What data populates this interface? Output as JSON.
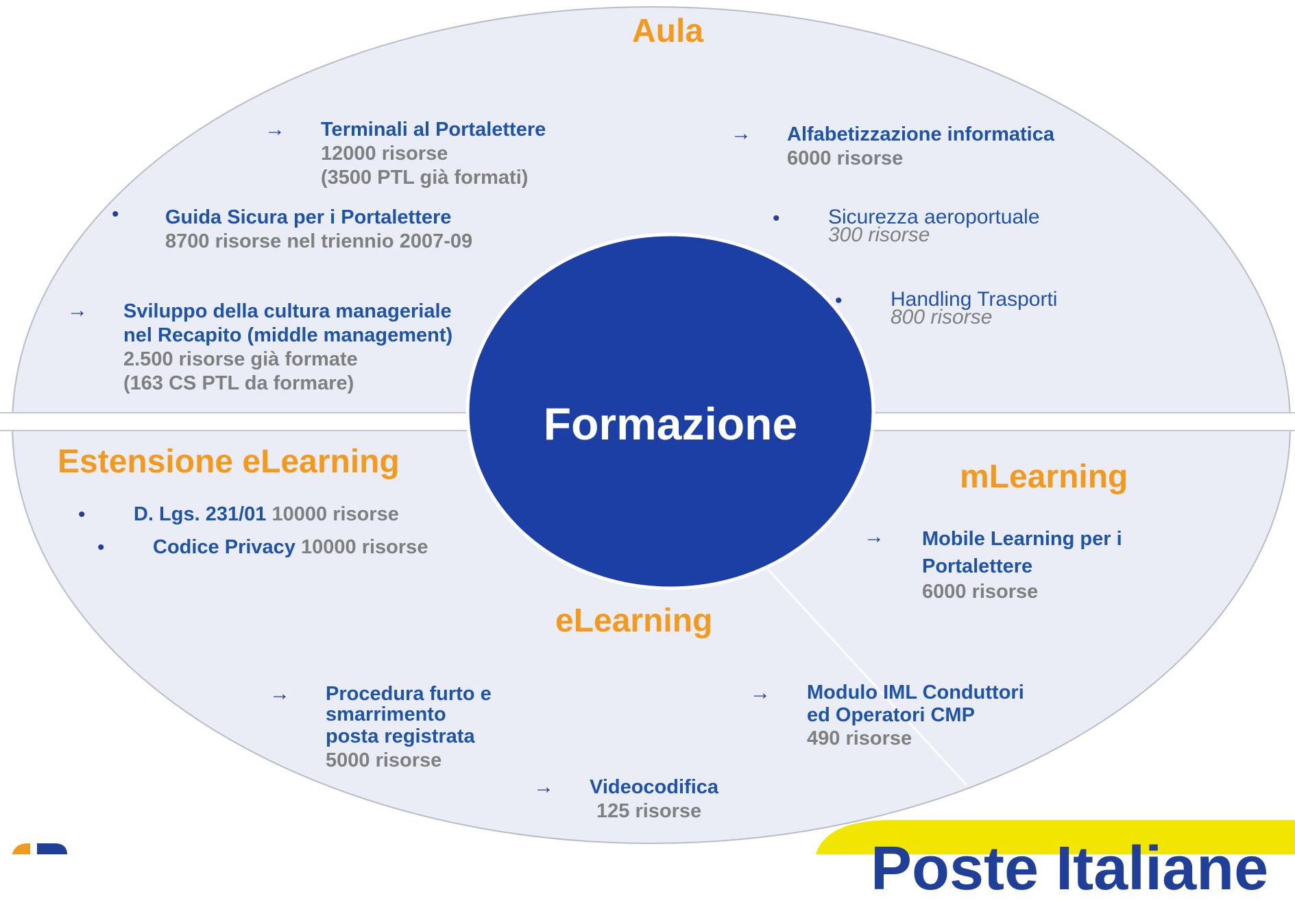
{
  "center": {
    "label": "Formazione"
  },
  "sections": {
    "aula": "Aula",
    "estensione": "Estensione eLearning",
    "mlearning": "mLearning",
    "elearning": "eLearning"
  },
  "items": {
    "terminali": {
      "title": "Terminali al Portalettere",
      "line1": "12000 risorse",
      "line2": "(3500 PTL  già formati)"
    },
    "alfabetizzazione": {
      "title": "Alfabetizzazione informatica",
      "line1": "6000 risorse"
    },
    "guida": {
      "title": "Guida Sicura per i Portalettere",
      "line1": "8700 risorse nel triennio 2007-09"
    },
    "sicurezza": {
      "title": "Sicurezza aeroportuale",
      "line1": "300 risorse"
    },
    "handling": {
      "title": "Handling Trasporti",
      "line1": "800 risorse"
    },
    "sviluppo": {
      "title1": "Sviluppo della cultura manageriale",
      "title2": "nel Recapito (middle management)",
      "line1": "2.500 risorse già formate",
      "line2": "(163 CS PTL da formare)"
    },
    "dlgs": {
      "title": "D. Lgs. 231/01",
      "count": "10000 risorse"
    },
    "privacy": {
      "title": "Codice Privacy",
      "count": "10000 risorse"
    },
    "mobile": {
      "title1": "Mobile Learning per i",
      "title2": "Portalettere",
      "line1": "6000 risorse"
    },
    "procedura": {
      "title1": "Procedura furto e",
      "title2": "smarrimento",
      "title3": "posta registrata",
      "line1": "5000 risorse"
    },
    "modulo": {
      "title1": "Modulo IML Conduttori",
      "title2": "ed Operatori CMP",
      "line1": "490 risorse"
    },
    "videocodifica": {
      "title": "Videocodifica",
      "line1": "125 risorse"
    }
  },
  "icons": {
    "arrow": "→",
    "bullet": "•"
  },
  "colors": {
    "orange": "#f39a1e",
    "blue": "#1f53a8",
    "navy": "#1c3fa6",
    "grey": "#7f7f7f",
    "ellipse": "#eaecf6",
    "yellow": "#f2e600"
  },
  "logo": {
    "text": "Poste Italiane"
  }
}
